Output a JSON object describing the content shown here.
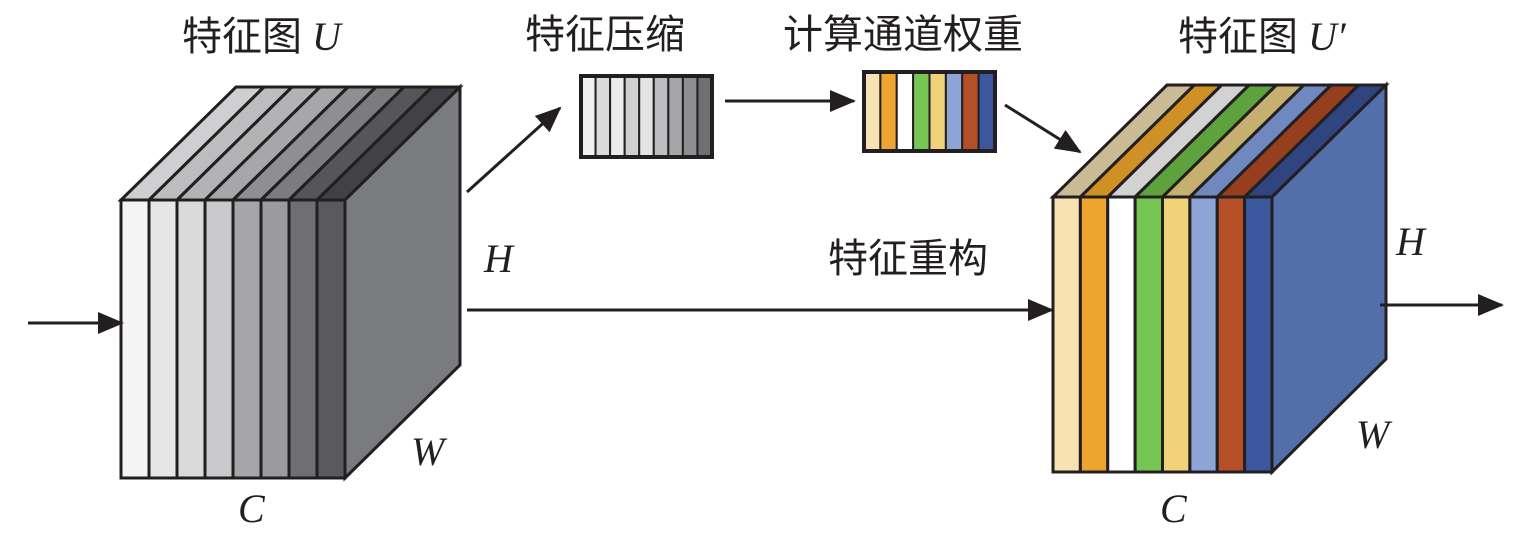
{
  "cube_u": {
    "title_prefix": "特征图",
    "title_var": "U",
    "h_label": "H",
    "w_label": "W",
    "c_label": "C",
    "channel_colors": [
      "#f4f4f5",
      "#e6e6e7",
      "#dadadb",
      "#c9c9cb",
      "#a6a5a8",
      "#9b9a9e",
      "#6f6e73",
      "#5a595e"
    ],
    "top_colors": [
      "#cfcfd1",
      "#bdbdbf",
      "#b3b3b5",
      "#a7a7a9",
      "#8f8e92",
      "#7c7b80",
      "#56555a",
      "#424146"
    ],
    "side_color": "#7a7b7f"
  },
  "squeeze": {
    "label": "特征压缩",
    "bar_colors": [
      "#f2f2f3",
      "#dadadc",
      "#ebebec",
      "#cfcfd1",
      "#e4e4e5",
      "#bdbdbf",
      "#a6a5a8",
      "#8e8d91",
      "#6f6e73"
    ]
  },
  "weights": {
    "label": "计算通道权重",
    "bar_colors": [
      "#f6e2b3",
      "#eea52f",
      "#ffffff",
      "#76c653",
      "#f0d278",
      "#8ca4d6",
      "#b44f28",
      "#3d579e"
    ]
  },
  "cube_u_prime": {
    "title_prefix": "特征图",
    "title_var": "U′",
    "h_label": "H",
    "w_label": "W",
    "c_label": "C",
    "channel_colors": [
      "#f6e2b3",
      "#eea52f",
      "#ffffff",
      "#76c653",
      "#f0d278",
      "#8ca4d6",
      "#b44f28",
      "#3d579e"
    ],
    "top_colors": [
      "#c9bb93",
      "#cf9026",
      "#d2d2d3",
      "#5ea23d",
      "#c6b070",
      "#6f88bf",
      "#953f1f",
      "#2e4580"
    ],
    "side_color": "#536fa9"
  },
  "reconstruct": {
    "label": "特征重构"
  }
}
